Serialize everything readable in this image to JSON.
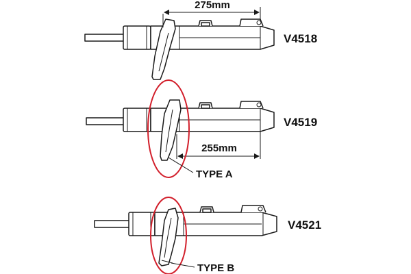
{
  "colors": {
    "line": "#1a1a1a",
    "highlight": "#d21f2b",
    "background": "#ffffff"
  },
  "parts": [
    {
      "code": "V4518"
    },
    {
      "code": "V4519"
    },
    {
      "code": "V4521"
    }
  ],
  "dimensions": {
    "top": "275mm",
    "middle": "255mm"
  },
  "callouts": {
    "type_a": "TYPE A",
    "type_b": "TYPE B"
  }
}
